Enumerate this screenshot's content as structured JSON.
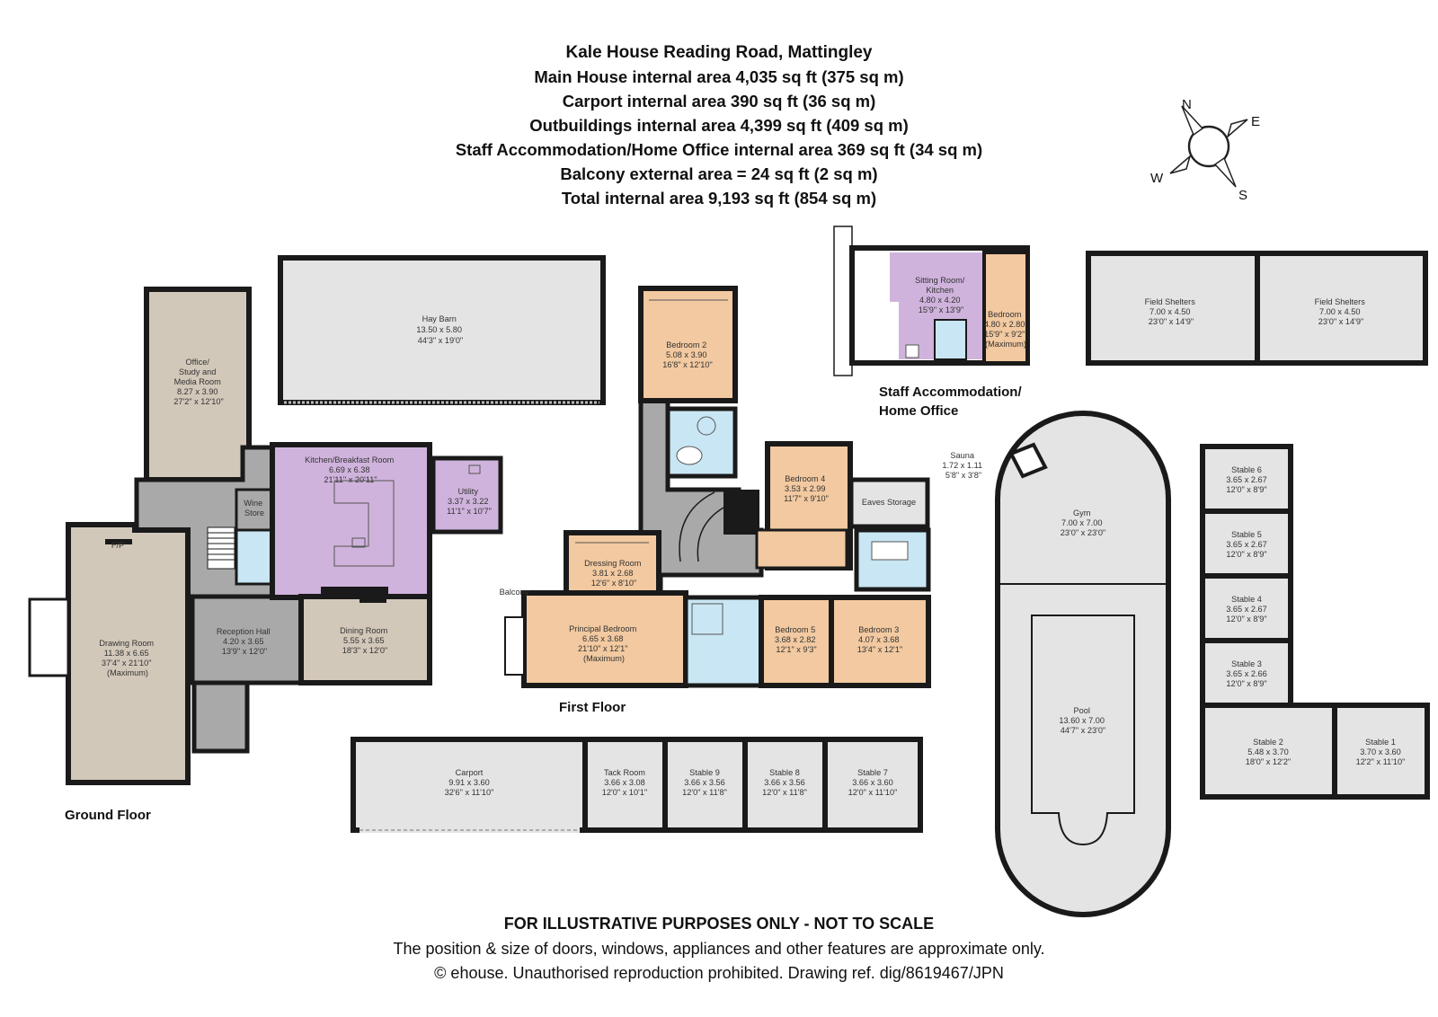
{
  "header": {
    "title": "Kale House Reading Road, Mattingley",
    "lines": [
      "Main House internal area 4,035 sq ft (375 sq m)",
      "Carport internal area 390 sq ft (36 sq m)",
      "Outbuildings internal area 4,399 sq ft (409 sq m)",
      "Staff Accommodation/Home Office internal area 369 sq ft (34 sq m)",
      "Balcony external area = 24 sq ft (2 sq m)",
      "Total internal area 9,193 sq ft (854 sq m)"
    ]
  },
  "compass": {
    "n": "N",
    "e": "E",
    "s": "S",
    "w": "W"
  },
  "floor_labels": {
    "ground": "Ground Floor",
    "first": "First Floor",
    "staff_1": "Staff Accommodation/",
    "staff_2": "Home Office"
  },
  "rooms": {
    "hay_barn": [
      "Hay Barn",
      "13.50 x 5.80",
      "44'3\" x 19'0\""
    ],
    "office": [
      "Office/",
      "Study and",
      "Media Room",
      "8.27 x 3.90",
      "27'2\" x 12'10\""
    ],
    "kitchen": [
      "Kitchen/Breakfast Room",
      "6.69 x 6.38",
      "21'11\" x 20'11\""
    ],
    "utility": [
      "Utility",
      "3.37 x 3.22",
      "11'1\" x 10'7\""
    ],
    "wine_store": [
      "Wine",
      "Store"
    ],
    "fp": [
      "F/P"
    ],
    "drawing_room": [
      "Drawing Room",
      "11.38 x 6.65",
      "37'4\" x 21'10\"",
      "(Maximum)"
    ],
    "reception_hall": [
      "Reception Hall",
      "4.20 x 3.65",
      "13'9\" x 12'0\""
    ],
    "dining_room": [
      "Dining Room",
      "5.55 x 3.65",
      "18'3\" x 12'0\""
    ],
    "bedroom2": [
      "Bedroom 2",
      "5.08 x 3.90",
      "16'8\" x 12'10\""
    ],
    "dressing_room": [
      "Dressing Room",
      "3.81 x 2.68",
      "12'6\" x 8'10\""
    ],
    "balcony": [
      "Balcony"
    ],
    "principal_bedroom": [
      "Principal Bedroom",
      "6.65 x 3.68",
      "21'10\" x 12'1\"",
      "(Maximum)"
    ],
    "bedroom4": [
      "Bedroom 4",
      "3.53 x 2.99",
      "11'7\" x 9'10\""
    ],
    "eaves_storage": [
      "Eaves Storage"
    ],
    "bedroom5": [
      "Bedroom 5",
      "3.68 x 2.82",
      "12'1\" x 9'3\""
    ],
    "bedroom3": [
      "Bedroom 3",
      "4.07 x 3.68",
      "13'4\" x 12'1\""
    ],
    "sitting_room": [
      "Sitting Room/",
      "Kitchen",
      "4.80 x 4.20",
      "15'9\" x 13'9\""
    ],
    "staff_bedroom": [
      "Bedroom",
      "4.80 x 2.80",
      "15'9\" x 9'2\"",
      "(Maximum)"
    ],
    "field_shelter_1": [
      "Field Shelters",
      "7.00 x 4.50",
      "23'0\" x 14'9\""
    ],
    "field_shelter_2": [
      "Field Shelters",
      "7.00 x 4.50",
      "23'0\" x 14'9\""
    ],
    "sauna": [
      "Sauna",
      "1.72 x 1.11",
      "5'8\" x 3'8\""
    ],
    "gym": [
      "Gym",
      "7.00 x 7.00",
      "23'0\" x 23'0\""
    ],
    "pool": [
      "Pool",
      "13.60 x 7.00",
      "44'7\" x 23'0\""
    ],
    "stable6": [
      "Stable 6",
      "3.65 x 2.67",
      "12'0\" x 8'9\""
    ],
    "stable5": [
      "Stable 5",
      "3.65 x 2.67",
      "12'0\" x 8'9\""
    ],
    "stable4": [
      "Stable 4",
      "3.65 x 2.67",
      "12'0\" x 8'9\""
    ],
    "stable3": [
      "Stable 3",
      "3.65 x 2.66",
      "12'0\" x 8'9\""
    ],
    "stable2": [
      "Stable 2",
      "5.48 x 3.70",
      "18'0\" x 12'2\""
    ],
    "stable1": [
      "Stable 1",
      "3.70 x 3.60",
      "12'2\" x 11'10\""
    ],
    "carport": [
      "Carport",
      "9.91 x 3.60",
      "32'6\" x 11'10\""
    ],
    "tack_room": [
      "Tack Room",
      "3.66 x 3.08",
      "12'0\" x 10'1\""
    ],
    "stable9": [
      "Stable 9",
      "3.66 x 3.56",
      "12'0\" x 11'8\""
    ],
    "stable8": [
      "Stable 8",
      "3.66 x 3.56",
      "12'0\" x 11'8\""
    ],
    "stable7": [
      "Stable 7",
      "3.66 x 3.60",
      "12'0\" x 11'10\""
    ]
  },
  "footer": {
    "disclaimer": "FOR ILLUSTRATIVE PURPOSES ONLY - NOT TO SCALE",
    "note": "The position & size of doors, windows, appliances and other features are approximate only.",
    "copyright": "© ehouse. Unauthorised reproduction prohibited. Drawing ref. dig/8619467/JPN"
  },
  "colors": {
    "wall": "#1a1a1a",
    "outbuilding": "#e4e4e4",
    "reception": "#d2c8ba",
    "kitchen": "#cfb3dc",
    "bedroom": "#f2c9a0",
    "bathroom": "#c9e6f4",
    "circulation": "#a9a9a9"
  }
}
